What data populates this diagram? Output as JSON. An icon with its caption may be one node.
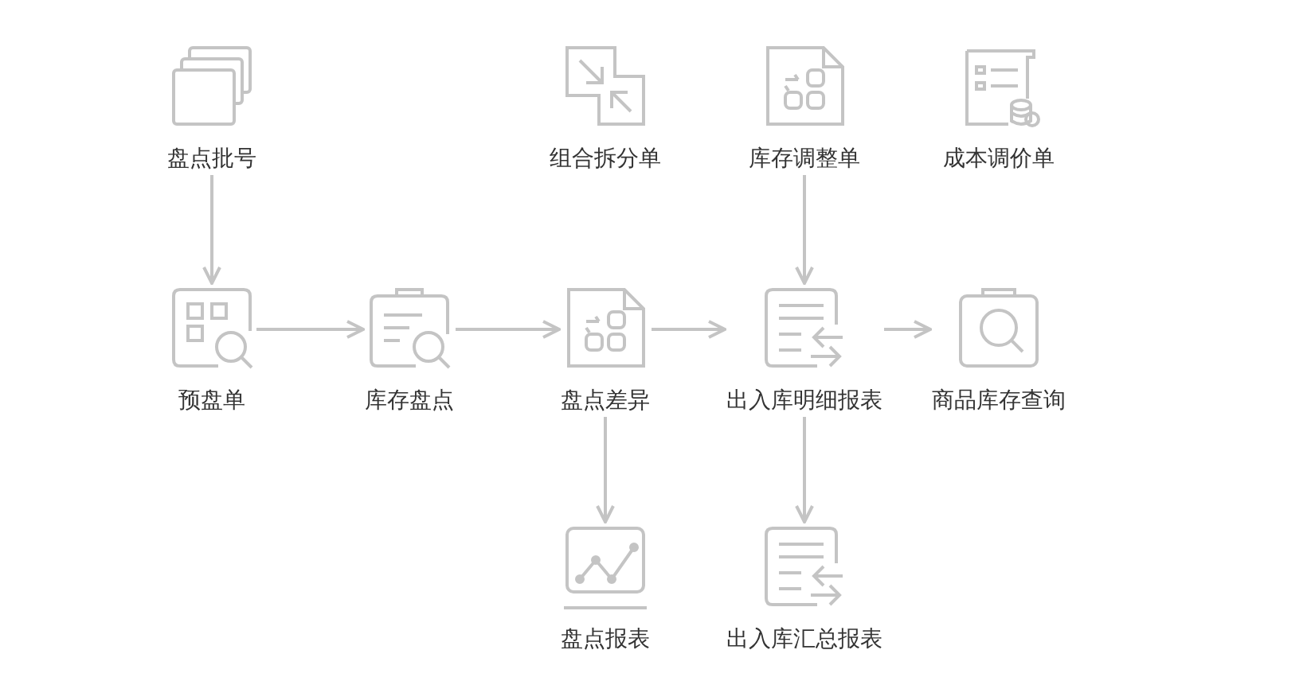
{
  "diagram": {
    "nodes": [
      {
        "text": [
          "盘点批号"
        ]
      },
      {
        "text": [
          "组合拆分单"
        ]
      },
      {
        "text": [
          "库存调整单"
        ]
      },
      {
        "text": [
          "成本调价单"
        ]
      },
      {
        "text": [
          "预盘单"
        ]
      },
      {
        "text": [
          "库存盘点"
        ]
      },
      {
        "text": [
          "盘点差异"
        ]
      },
      {
        "text": [
          "出入库明细报表"
        ]
      },
      {
        "text": [
          "商品库存查询"
        ]
      },
      {
        "text": [
          "盘点报表"
        ]
      },
      {
        "text": [
          "出入库汇总报表"
        ]
      }
    ],
    "edges": [
      {
        "from": 0,
        "to": 4,
        "arrow": "to"
      },
      {
        "from": 2,
        "to": 7,
        "arrow": "to"
      },
      {
        "from": 4,
        "to": 5,
        "arrow": "to"
      },
      {
        "from": 5,
        "to": 6,
        "arrow": "to"
      },
      {
        "from": 6,
        "to": 7,
        "arrow": "to"
      },
      {
        "from": 7,
        "to": 8,
        "arrow": "to"
      },
      {
        "from": 6,
        "to": 9,
        "arrow": "to"
      },
      {
        "from": 7,
        "to": 10,
        "arrow": "to"
      }
    ]
  }
}
